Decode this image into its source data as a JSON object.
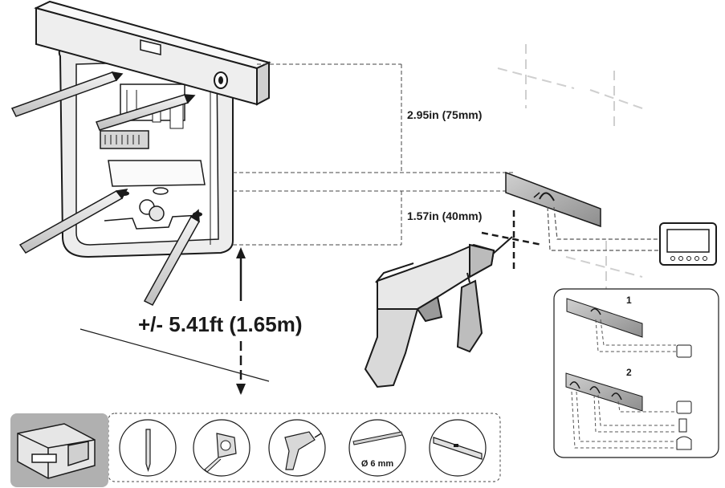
{
  "dimensions": {
    "top_gap": "2.95in (75mm)",
    "hole_gap": "1.57in (40mm)",
    "mount_height": "+/- 5.41ft (1.65m)"
  },
  "wiring_options": [
    {
      "label": "1"
    },
    {
      "label": "2"
    }
  ],
  "tools": {
    "drill_bit_label": "Ø 6 mm",
    "items": [
      "mounting-kit-icon",
      "pencil-icon",
      "tape-measure-icon",
      "drill-icon",
      "drill-bit-icon",
      "spirit-level-icon"
    ]
  },
  "colors": {
    "line": "#1a1a1a",
    "panel_grey": "#9c9c9c",
    "dashed": "#555555",
    "light_cross": "#cfcfcf"
  }
}
